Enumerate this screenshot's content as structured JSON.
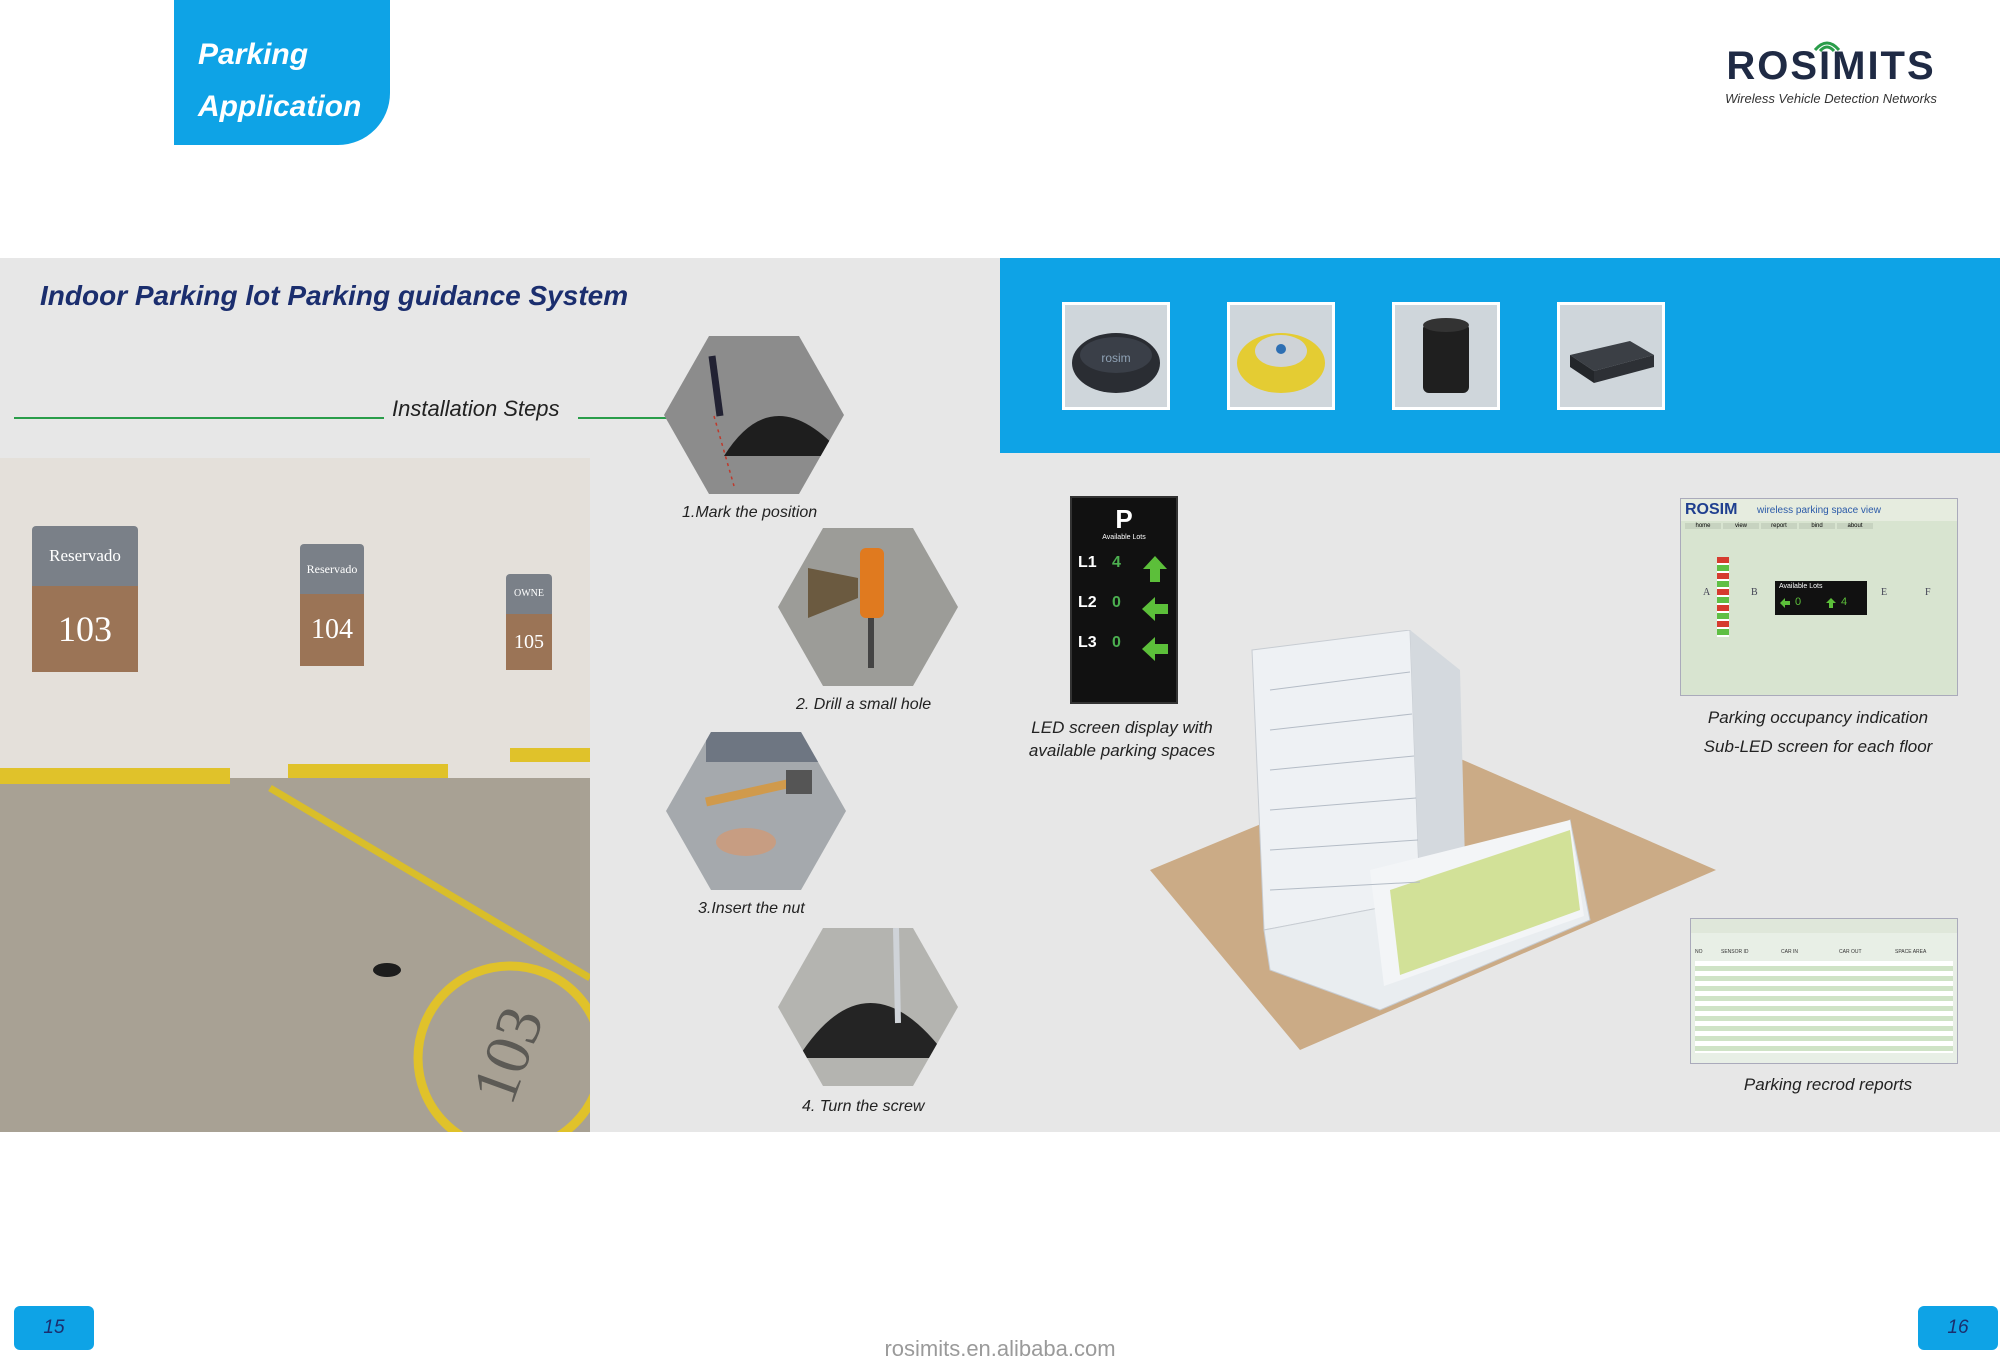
{
  "header": {
    "tab_line1": "Parking",
    "tab_line2": "Application"
  },
  "logo": {
    "name": "ROSIMITS",
    "tagline": "Wireless Vehicle Detection Networks",
    "wifi_icon": "wifi-icon"
  },
  "section": {
    "title": "Indoor Parking lot Parking guidance System",
    "steps_label": "Installation Steps"
  },
  "photo": {
    "signs": [
      "Reservado",
      "Reservado",
      "OWNE"
    ],
    "numbers": [
      "103",
      "104",
      "105"
    ],
    "floor_number": "103"
  },
  "steps": [
    {
      "caption": "1.Mark the position"
    },
    {
      "caption": "2. Drill a small hole"
    },
    {
      "caption": "3.Insert the nut"
    },
    {
      "caption": "4. Turn the screw"
    }
  ],
  "products": [
    {
      "icon": "sensor-dark-icon",
      "label": "rosim"
    },
    {
      "icon": "sensor-yellow-icon"
    },
    {
      "icon": "gateway-cylinder-icon"
    },
    {
      "icon": "controller-box-icon"
    }
  ],
  "led_screen": {
    "symbol": "P",
    "header": "Available Lots",
    "rows": [
      {
        "level": "L1",
        "count": "4",
        "arrow": "up"
      },
      {
        "level": "L2",
        "count": "0",
        "arrow": "left"
      },
      {
        "level": "L3",
        "count": "0",
        "arrow": "left"
      }
    ],
    "caption_line1": "LED screen display with",
    "caption_line2": "available parking spaces"
  },
  "occupancy": {
    "brand": "ROSIM",
    "view_title": "wireless parking space view",
    "nav": [
      "home",
      "view",
      "report",
      "bind",
      "about"
    ],
    "zones": [
      "A",
      "B",
      "E",
      "F"
    ],
    "popup_title": "Available Lots",
    "popup_left": "0",
    "popup_right": "4",
    "caption_line1": "Parking occupancy indication",
    "caption_line2": "Sub-LED screen for each floor"
  },
  "report": {
    "caption": "Parking recrod reports",
    "columns": [
      "NO",
      "SENSOR ID",
      "CAR IN",
      "CAR OUT",
      "SPACE AREA"
    ]
  },
  "page_numbers": {
    "left": "15",
    "right": "16"
  },
  "footer": {
    "url": "rosimits.en.alibaba.com"
  },
  "colors": {
    "accent_blue": "#0ea3e6",
    "title_navy": "#1b2e6e",
    "line_green": "#2a9d4a",
    "band_grey": "#e7e7e7"
  }
}
